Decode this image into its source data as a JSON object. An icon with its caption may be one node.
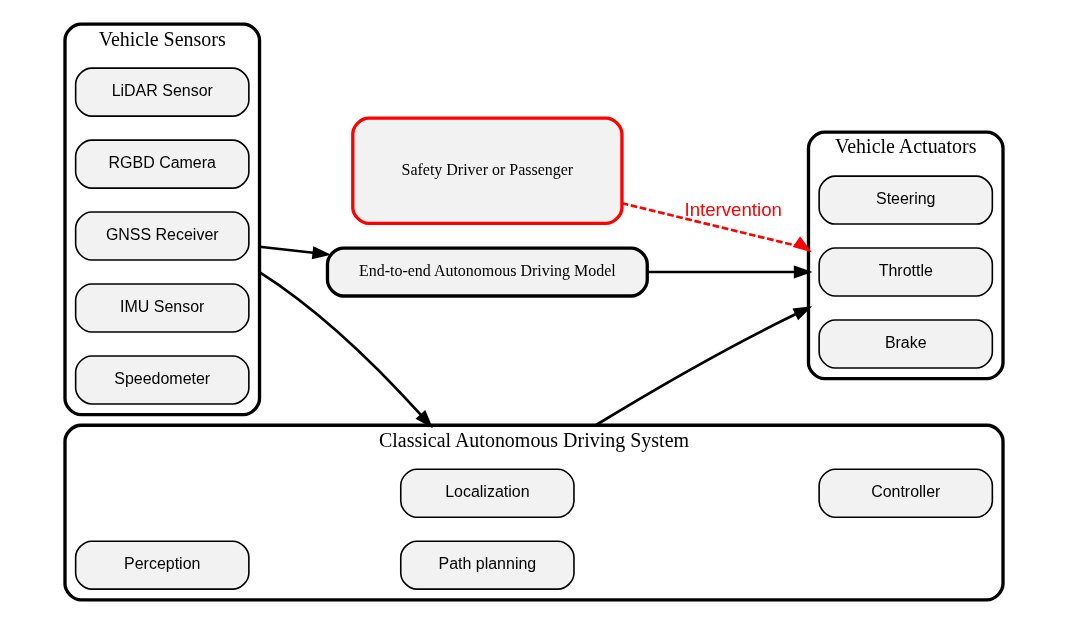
{
  "diagram": {
    "nodes": [
      {
        "text": [
          "Vehicle Sensors"
        ]
      },
      {
        "text": [
          "LiDAR Sensor"
        ],
        "in": 0
      },
      {
        "text": [
          "RGBD Camera"
        ],
        "in": 0
      },
      {
        "text": [
          "GNSS Receiver"
        ],
        "in": 0
      },
      {
        "text": [
          "IMU Sensor"
        ],
        "in": 0
      },
      {
        "text": [
          "Speedometer"
        ],
        "in": 0
      },
      {
        "text": [
          "Classical Autonomous Driving System"
        ]
      },
      {
        "text": [
          "Perception"
        ],
        "in": 6
      },
      {
        "text": [
          "Path planning"
        ],
        "in": 6
      },
      {
        "text": [
          "Localization"
        ],
        "in": 6
      },
      {
        "text": [
          "Controller"
        ],
        "in": 6
      },
      {
        "text": [
          "End-to-end Autonomous Driving Model"
        ]
      },
      {
        "text": [
          "Vehicle Actuators"
        ]
      },
      {
        "text": [
          "Steering"
        ],
        "in": 12
      },
      {
        "text": [
          "Throttle"
        ],
        "in": 12
      },
      {
        "text": [
          "Brake"
        ],
        "in": 12
      },
      {
        "text": [
          "Safety Driver or Passenger"
        ]
      }
    ],
    "edges": [
      {
        "from": 0,
        "to": 6,
        "arrow": "to"
      },
      {
        "from": 0,
        "to": 11,
        "arrow": "to"
      },
      {
        "from": 6,
        "to": 12,
        "arrow": "to"
      },
      {
        "from": 11,
        "to": 12,
        "arrow": "to"
      },
      {
        "from": 16,
        "to": 12,
        "arrow": "to",
        "label": "Intervention",
        "style": "dashed",
        "color": "#ff0000"
      }
    ]
  }
}
